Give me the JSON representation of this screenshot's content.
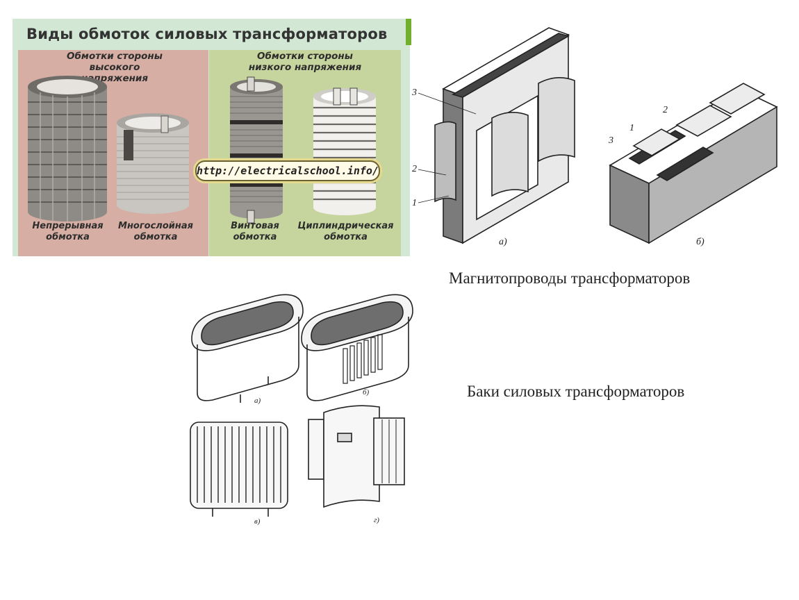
{
  "windings_panel": {
    "title": "Виды обмоток силовых трансформаторов",
    "high_voltage_group": [
      "Обмотки стороны",
      "высокого напряжения"
    ],
    "low_voltage_group": [
      "Обмотки стороны",
      "низкого напряжения"
    ],
    "captions": {
      "continuous": [
        "Непрерывная",
        "обмотка"
      ],
      "multilayer": [
        "Многослойная",
        "обмотка"
      ],
      "helical": [
        "Винтовая",
        "обмотка"
      ],
      "cylindrical": [
        "Циплиндрическая",
        "обмотка"
      ]
    },
    "url": "http://electricalschool.info/"
  },
  "magnetic_cores": {
    "label": "Магнитопроводы трансформаторов",
    "fig_a_marks": [
      "3",
      "2",
      "1"
    ],
    "fig_b_marks": [
      "2",
      "1",
      "3"
    ],
    "fig_a_letter": "а)",
    "fig_b_letter": "б)"
  },
  "tanks": {
    "label": "Баки силовых трансформаторов",
    "letters": [
      "а)",
      "б)",
      "в)",
      "г)"
    ]
  },
  "colors": {
    "panel_bg": "#d2e8d4",
    "hv_bg": "#d6aea3",
    "lv_bg": "#c6d59e",
    "accent": "#70b02d"
  }
}
